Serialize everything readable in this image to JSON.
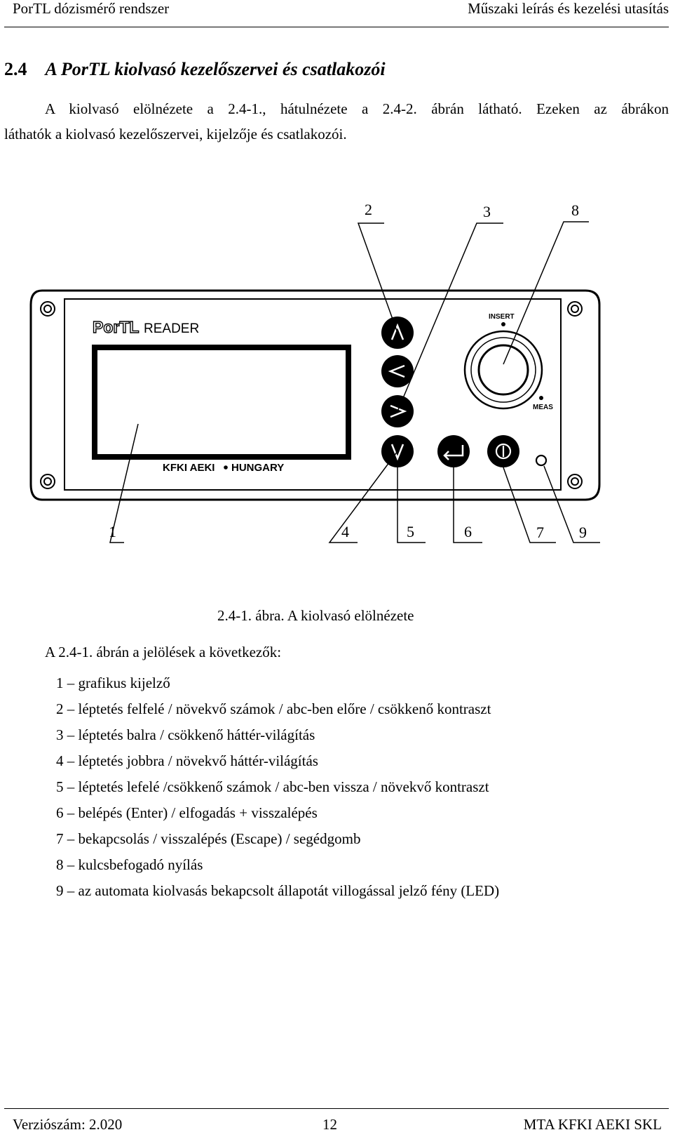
{
  "header": {
    "left": "PorTL dózismérő rendszer",
    "right": "Műszaki leírás és kezelési utasítás"
  },
  "section": {
    "number": "2.4",
    "title": "A PorTL kiolvasó kezelőszervei és csatlakozói"
  },
  "intro": {
    "line1": "A kiolvasó elölnézete a 2.4-1., hátulnézete a 2.4-2. ábrán látható. Ezeken az ábrákon",
    "line2": "láthatók a kiolvasó kezelőszervei, kijelzője és csatlakozói."
  },
  "figure": {
    "brand": "PorTL",
    "brand_suffix": "READER",
    "bottom_label_left": "KFKI AEKI",
    "bottom_label_right": "HUNGARY",
    "insert_label": "INSERT",
    "meas_label": "MEAS",
    "keys": {
      "up": "^",
      "left": "<",
      "right": ">",
      "down": "V"
    },
    "callouts_top": [
      "2",
      "3",
      "8"
    ],
    "callouts_bottom": [
      "1",
      "4",
      "5",
      "6",
      "7",
      "9"
    ]
  },
  "caption": "2.4-1. ábra. A kiolvasó elölnézete",
  "legend_intro": "A 2.4-1. ábrán a jelölések a következők:",
  "legend": [
    "1 – grafikus kijelző",
    "2 – léptetés felfelé / növekvő számok / abc-ben előre / csökkenő kontraszt",
    "3 – léptetés balra / csökkenő háttér-világítás",
    "4 – léptetés jobbra / növekvő háttér-világítás",
    "5 – léptetés lefelé /csökkenő számok / abc-ben vissza / növekvő kontraszt",
    "6 – belépés (Enter) / elfogadás + visszalépés",
    "7 – bekapcsolás / visszalépés (Escape) / segédgomb",
    "8 – kulcsbefogadó nyílás",
    "9 – az automata kiolvasás bekapcsolt állapotát villogással jelző fény (LED)"
  ],
  "footer": {
    "left": "Verziószám: 2.020",
    "center": "12",
    "right": "MTA KFKI AEKI SKL"
  }
}
